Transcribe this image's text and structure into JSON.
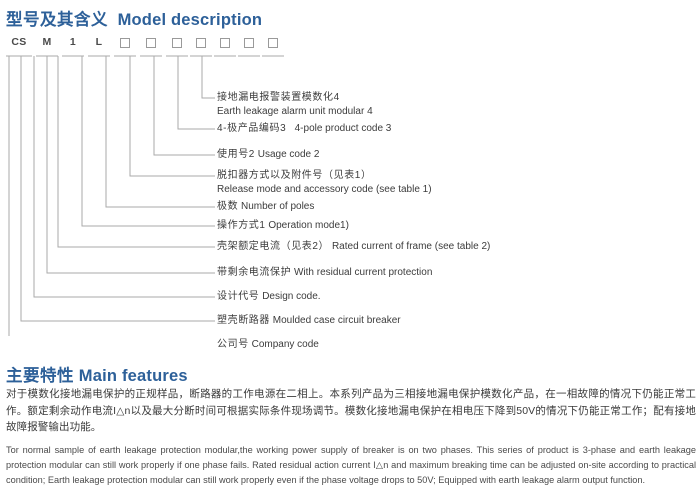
{
  "model_section": {
    "heading_cn": "型号及其含义",
    "heading_en": "Model description",
    "code_tokens": [
      {
        "text": "CS",
        "type": "text"
      },
      {
        "text": "M",
        "type": "text"
      },
      {
        "text": "1",
        "type": "text"
      },
      {
        "text": "L",
        "type": "text"
      },
      {
        "text": "",
        "type": "box"
      },
      {
        "text": "",
        "type": "box"
      },
      {
        "text": "",
        "type": "box"
      },
      {
        "text": "",
        "type": "box"
      },
      {
        "text": "",
        "type": "box"
      },
      {
        "text": "",
        "type": "box"
      },
      {
        "text": "",
        "type": "box"
      }
    ],
    "labels": [
      {
        "cn": "接地漏电报警装置模数化4",
        "en": "Earth leakage alarm unit modular 4",
        "two_line": true
      },
      {
        "cn": "4-极产品编码3",
        "en": "4-pole product code 3",
        "two_line": false
      },
      {
        "cn": "使用号2",
        "en": "Usage code 2",
        "two_line": false
      },
      {
        "cn": "脱扣器方式以及附件号（见表1）",
        "en": "Release mode and accessory code (see table 1)",
        "two_line": true
      },
      {
        "cn": "极数",
        "en": "Number of poles",
        "two_line": false
      },
      {
        "cn": "操作方式1",
        "en": "Operation mode1)",
        "two_line": false
      },
      {
        "cn": "壳架额定电流（见表2）",
        "en": "Rated current of frame (see table 2)",
        "two_line": false
      },
      {
        "cn": "带剩余电流保护",
        "en": "With residual current protection",
        "two_line": false
      },
      {
        "cn": "设计代号",
        "en": "Design code.",
        "two_line": false
      },
      {
        "cn": "塑壳断路器",
        "en": "Moulded case circuit breaker",
        "two_line": false
      },
      {
        "cn": "公司号",
        "en": "Company code",
        "two_line": false
      }
    ]
  },
  "features_section": {
    "heading_cn": "主要特性",
    "heading_en": "Main features",
    "paragraph_cn": "对于模数化接地漏电保护的正规样品，断路器的工作电源在二相上。本系列产品为三相接地漏电保护模数化产品，在一相故障的情况下仍能正常工作。额定剩余动作电流I△n以及最大分断时间可根据实际条件现场调节。模数化接地漏电保护在相电压下降到50V的情况下仍能正常工作；配有接地故障报警输出功能。",
    "paragraph_en": "Tor normal sample of earth leakage protection modular,the  working power supply of breaker is on two phases. This series of product is 3-phase and earth leakage protection modular can still work properly if one phase fails. Rated residual action current I△n and maximum breaking time can be adjusted on-site according to practical condition; Earth leakage protection modular can still work properly even if the phase voltage drops to 50V; Equipped with earth leakage alarm output function."
  },
  "colors": {
    "heading_blue": "#2d6099",
    "body_text": "#3a3a3a",
    "line_gray": "#aaaaaa"
  }
}
